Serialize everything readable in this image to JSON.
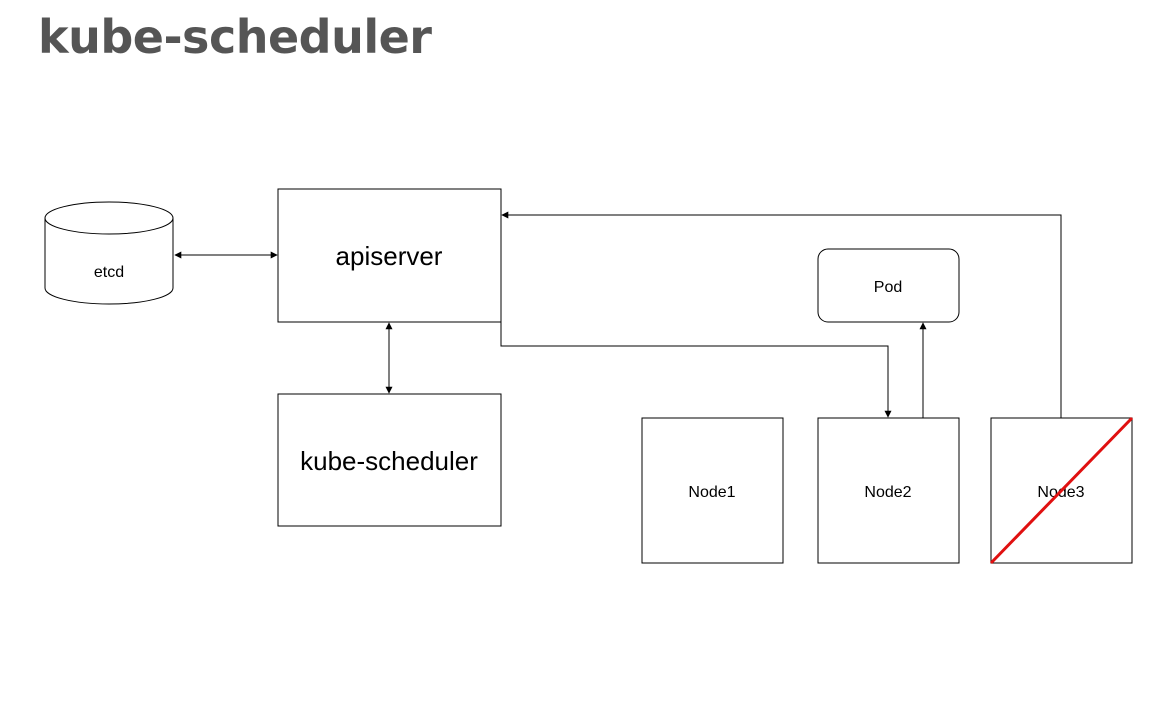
{
  "title": "kube-scheduler",
  "nodes": {
    "etcd": "etcd",
    "apiserver": "apiserver",
    "scheduler": "kube-scheduler",
    "pod": "Pod",
    "node1": "Node1",
    "node2": "Node2",
    "node3": "Node3"
  },
  "colors": {
    "stroke": "#000000",
    "title": "#555555",
    "cross": "#e01010"
  }
}
